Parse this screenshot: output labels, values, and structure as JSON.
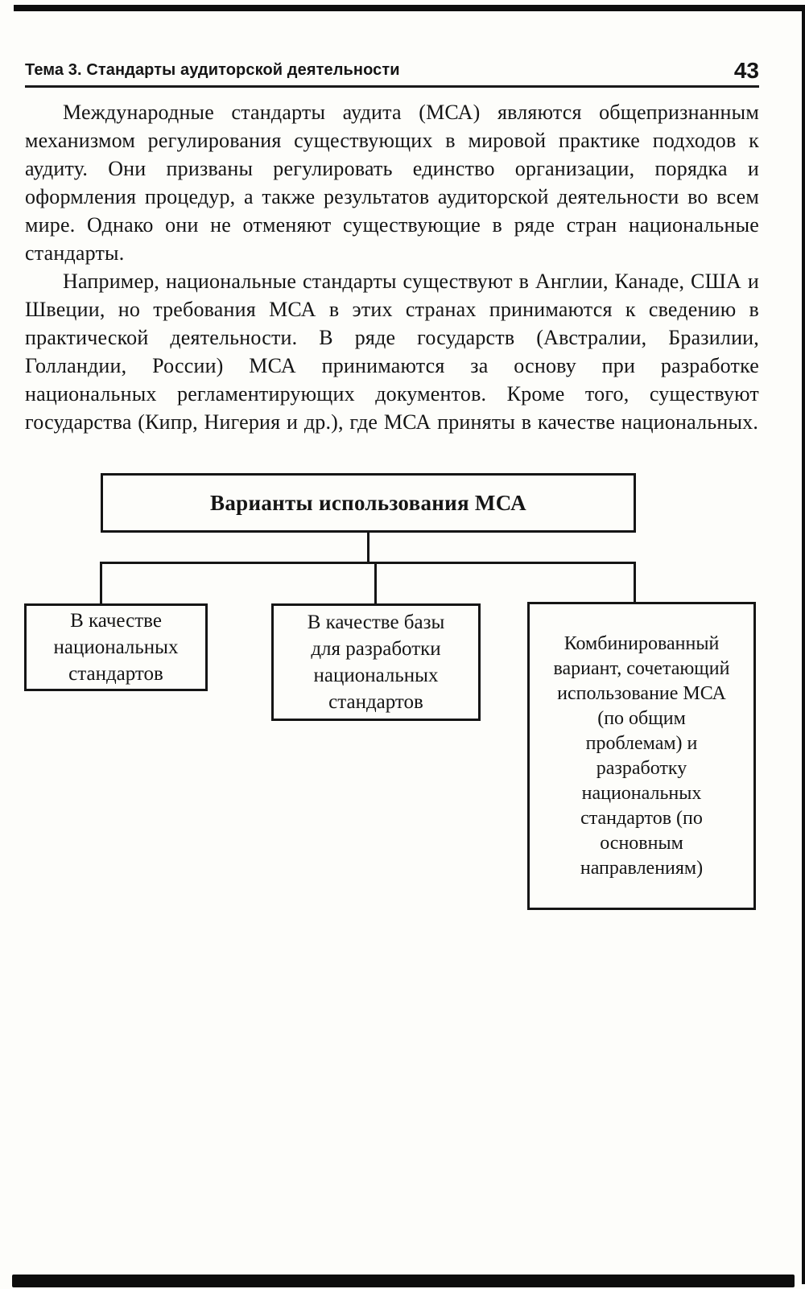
{
  "header": {
    "title": "Тема 3. Стандарты аудиторской деятельности",
    "page_number": "43"
  },
  "body": {
    "paragraphs": [
      "Международные стандарты аудита (МСА) являются общепризнанным механизмом регулирования существующих в мировой практике подходов к аудиту. Они призваны регулировать единство организации, порядка и оформления процедур, а также результатов аудиторской деятельности во всем мире. Однако они не отменяют существующие в ряде стран национальные стандарты.",
      "Например, национальные стандарты существуют в Англии, Канаде, США и Швеции, но требования МСА в этих странах принимаются к сведению в практической деятельности. В ряде государств (Австралии, Бразилии, Голландии, России) МСА принимаются за основу при разработке национальных регламентирующих документов. Кроме того, существуют государства (Кипр, Нигерия и др.), где МСА приняты в качестве национальных."
    ]
  },
  "diagram": {
    "root_label": "Варианты использования МСА",
    "children": [
      {
        "label": "В качестве национальных стандартов"
      },
      {
        "label": "В качестве базы для разработки национальных стандартов"
      },
      {
        "label": "Комбинированный вариант, сочетающий использование МСА (по общим проблемам) и разработку национальных стандартов (по основным направлениям)"
      }
    ]
  },
  "colors": {
    "ink": "#151515",
    "paper": "#fdfdfa"
  }
}
